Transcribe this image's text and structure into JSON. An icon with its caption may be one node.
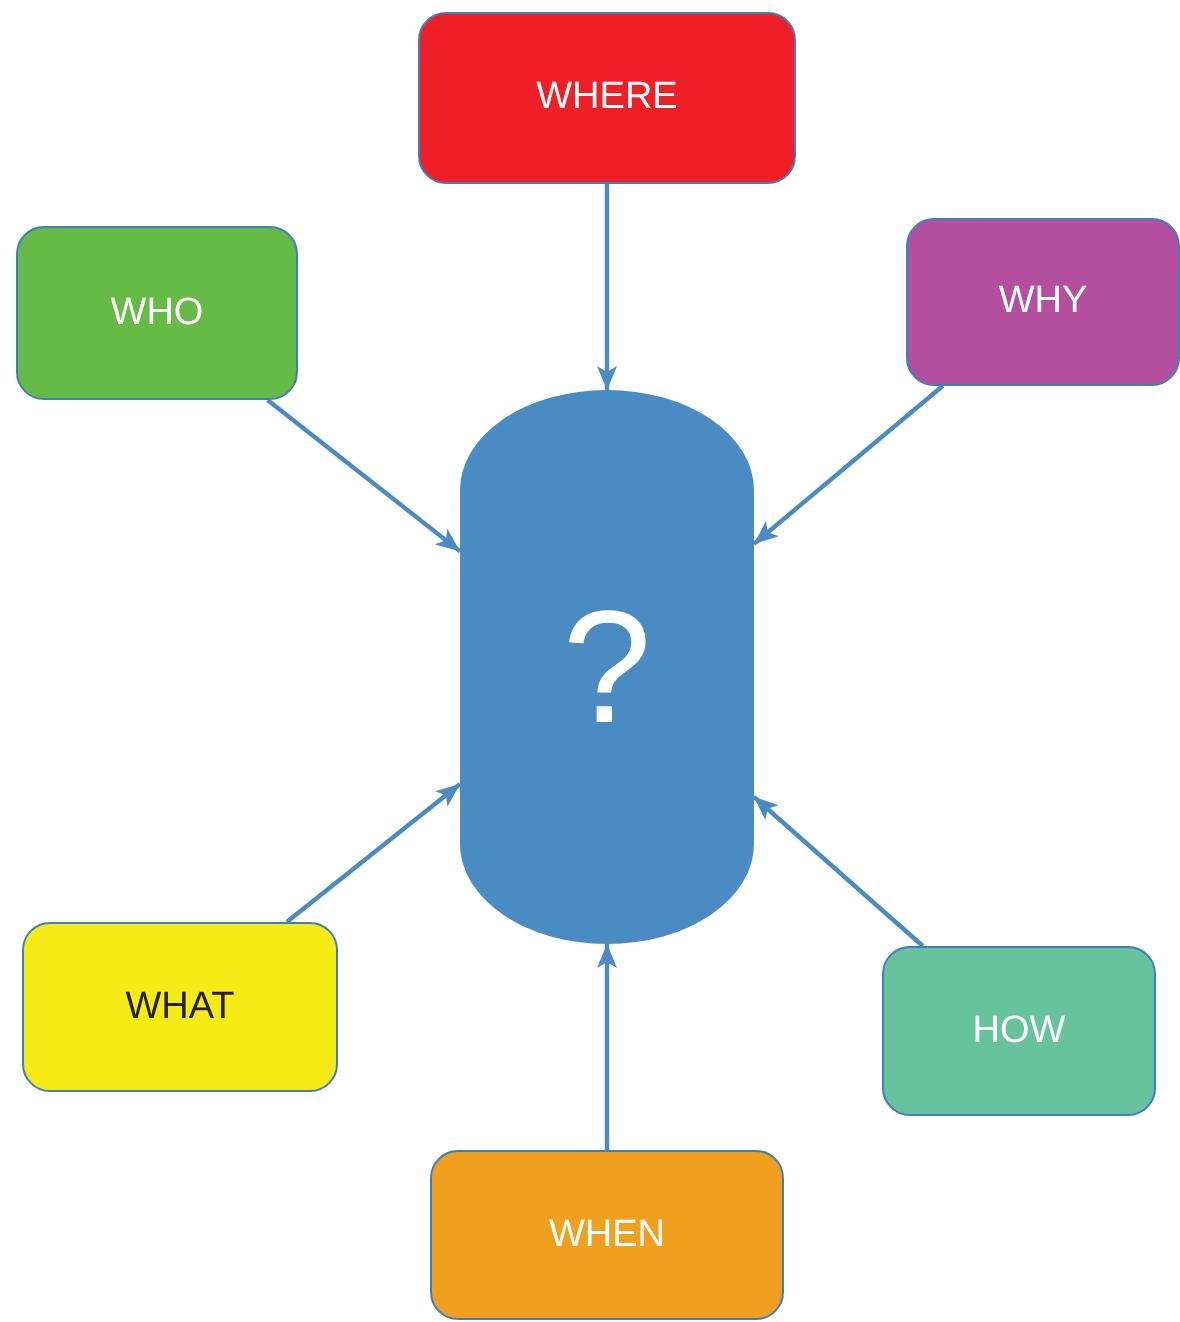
{
  "diagram": {
    "nodes": [
      {
        "text": [
          "WHERE"
        ]
      },
      {
        "text": [
          "WHO"
        ]
      },
      {
        "text": [
          "WHY"
        ]
      },
      {
        "text": [
          "?"
        ]
      },
      {
        "text": [
          "WHAT"
        ]
      },
      {
        "text": [
          "HOW"
        ]
      },
      {
        "text": [
          "WHEN"
        ]
      }
    ],
    "edges": [
      {
        "from": 0,
        "to": 3,
        "arrow": "to"
      },
      {
        "from": 1,
        "to": 3,
        "arrow": "to"
      },
      {
        "from": 2,
        "to": 3,
        "arrow": "to"
      },
      {
        "from": 4,
        "to": 3,
        "arrow": "to"
      },
      {
        "from": 5,
        "to": 3,
        "arrow": "to"
      },
      {
        "from": 6,
        "to": 3,
        "arrow": "to"
      }
    ]
  }
}
